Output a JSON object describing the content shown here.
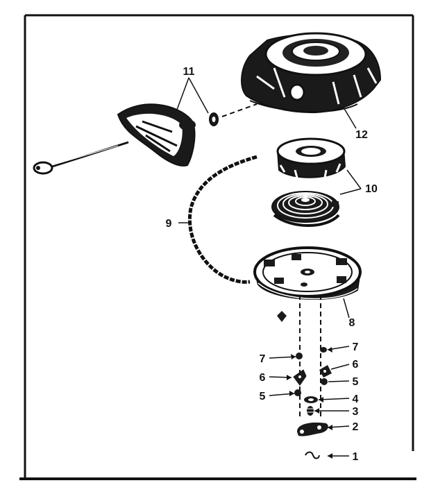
{
  "labels": {
    "l1": "1",
    "l2": "2",
    "l3": "3",
    "l4": "4",
    "l5a": "5",
    "l5b": "5",
    "l6a": "6",
    "l6b": "6",
    "l7a": "7",
    "l7b": "7",
    "l8": "8",
    "l9": "9",
    "l10": "10",
    "l11": "11",
    "l12": "12"
  }
}
